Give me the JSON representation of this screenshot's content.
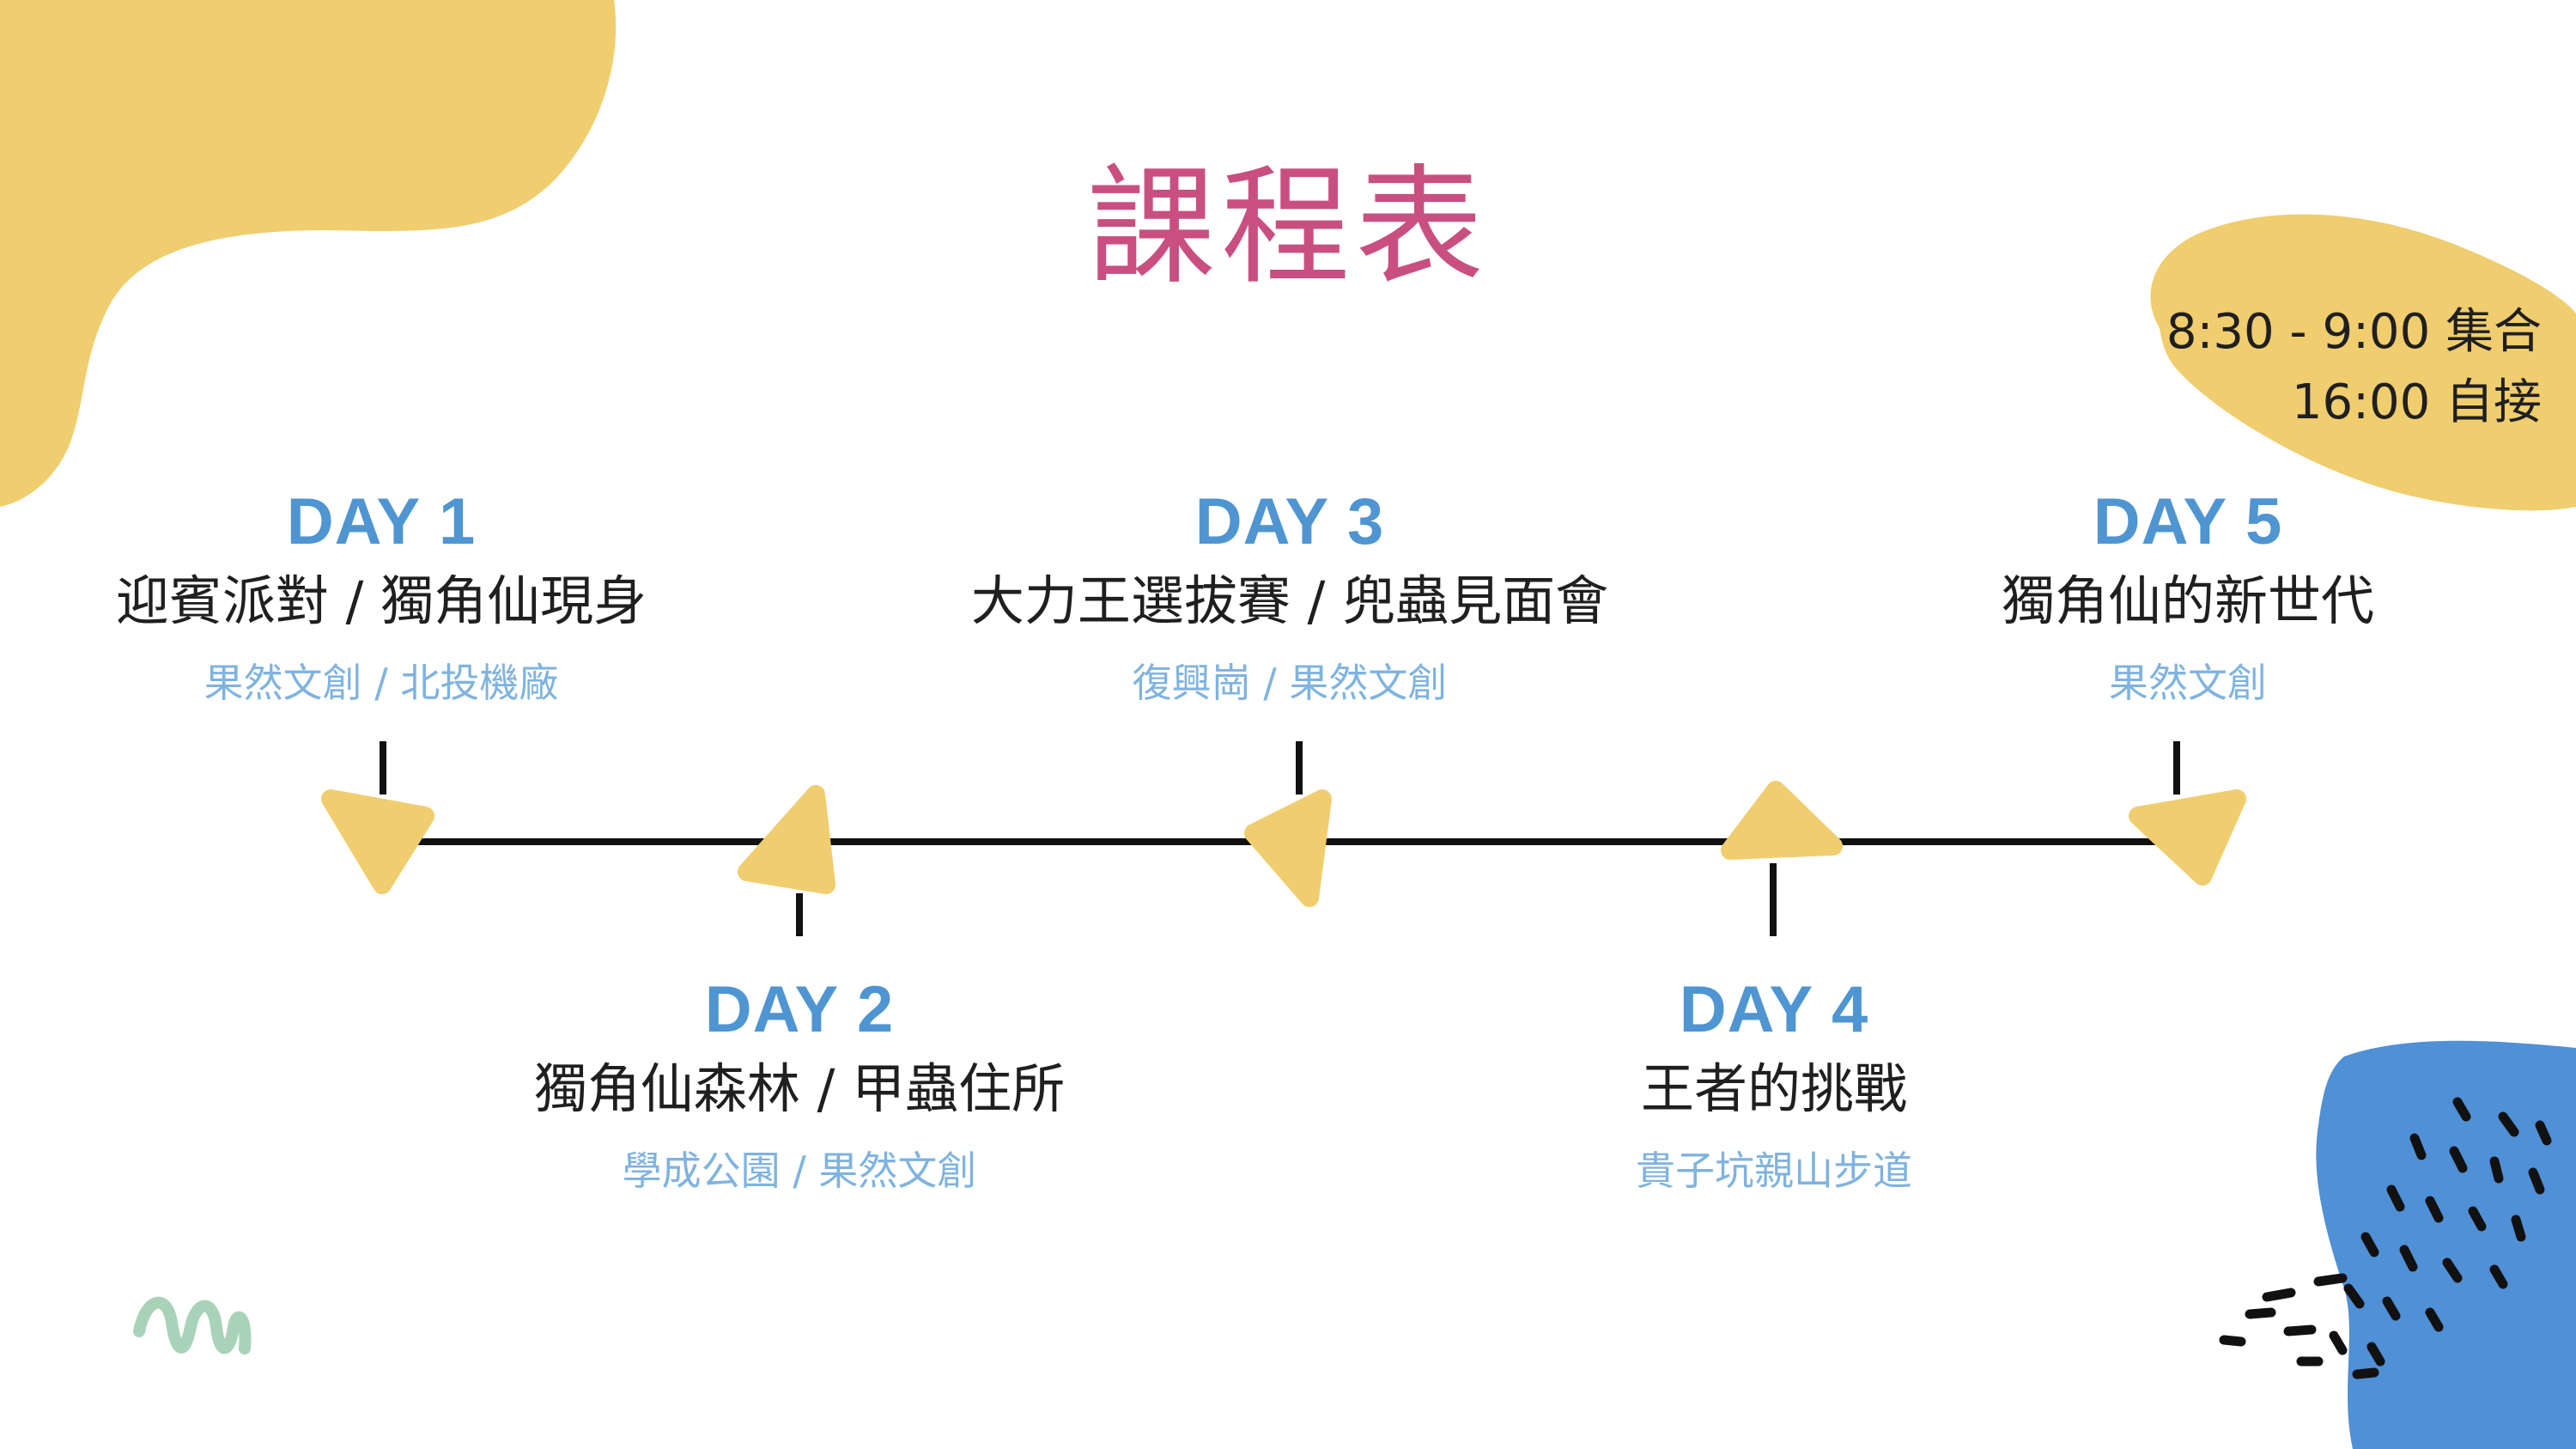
{
  "title": "課程表",
  "schedule": {
    "assembly": "8:30 - 9:00 集合",
    "pickup": "16:00 自接"
  },
  "days": [
    {
      "label": "DAY 1",
      "activity": "迎賓派對 / 獨角仙現身",
      "location": "果然文創 / 北投機廠"
    },
    {
      "label": "DAY 2",
      "activity": "獨角仙森林 / 甲蟲住所",
      "location": "學成公園 / 果然文創"
    },
    {
      "label": "DAY 3",
      "activity": "大力王選拔賽 / 兜蟲見面會",
      "location": "復興崗 / 果然文創"
    },
    {
      "label": "DAY 4",
      "activity": "王者的挑戰",
      "location": "貴子坑親山步道"
    },
    {
      "label": "DAY 5",
      "activity": "獨角仙的新世代",
      "location": "果然文創"
    }
  ],
  "colors": {
    "title": "#c94f80",
    "day_label": "#4f95d2",
    "location": "#7fb3e0",
    "marker_yellow": "#f0cd6e",
    "blob_blue": "#4f90d6",
    "squiggle_green": "#a9d3b8",
    "line": "#111111"
  },
  "icons": [
    "triangle-marker-icon",
    "squiggle-icon",
    "dash-pattern-icon"
  ]
}
